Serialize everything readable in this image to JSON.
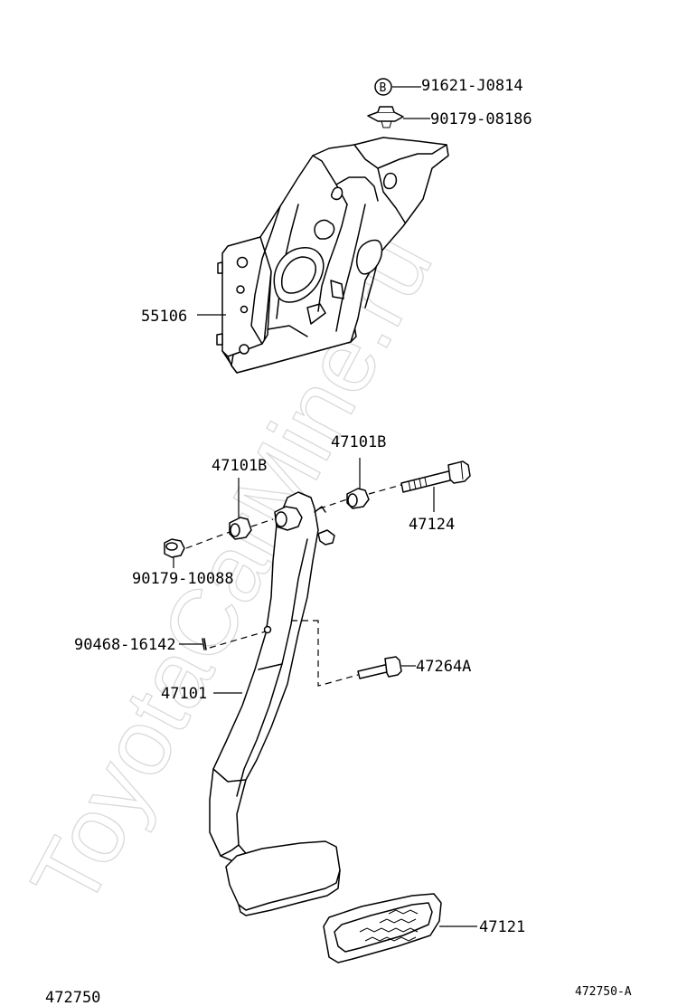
{
  "watermark": "ToyotaCarMine.ru",
  "parts": {
    "p91621": "91621-J0814",
    "p90179a": "90179-08186",
    "p55106": "55106",
    "p47101B_top": "47101B",
    "p47101B_left": "47101B",
    "p47124": "47124",
    "p90179b": "90179-10088",
    "p90468": "90468-16142",
    "p47264A": "47264A",
    "p47101": "47101",
    "p47121": "47121"
  },
  "marker": "B",
  "footer": {
    "left_code": "472750",
    "right_code": "472750-A"
  }
}
